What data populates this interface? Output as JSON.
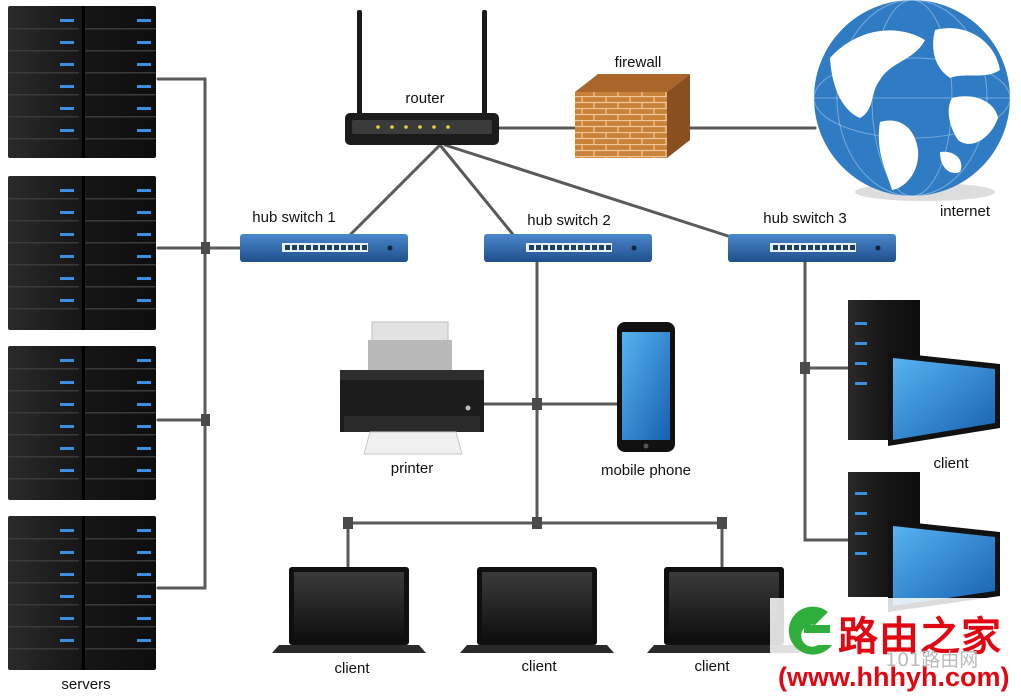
{
  "labels": {
    "router": "router",
    "firewall": "firewall",
    "internet": "internet",
    "hub_switch_1": "hub switch 1",
    "hub_switch_2": "hub switch 2",
    "hub_switch_3": "hub switch 3",
    "printer": "printer",
    "mobile_phone": "mobile phone",
    "client_right_top": "client",
    "client_laptop_1": "client",
    "client_laptop_2": "client",
    "client_laptop_3": "client",
    "servers": "servers"
  },
  "watermark": {
    "brand": "路由之家",
    "sub": "101路由网",
    "url": "(www.hhhyh.com)"
  },
  "colors": {
    "cable": "#5a5a5a",
    "switch_blue": "#2d6bb0",
    "server_body": "#1c1c1c",
    "server_led": "#3b8fe0",
    "firewall_brick": "#c57a32",
    "globe_ocean": "#2f7cc4",
    "screen_blue": "#1f86d6",
    "watermark_red": "#e10712",
    "watermark_green": "#2fae3b"
  },
  "icons": [
    "server-rack-icon",
    "router-icon",
    "firewall-icon",
    "globe-icon",
    "switch-icon",
    "printer-icon",
    "phone-icon",
    "desktop-client-icon",
    "laptop-icon",
    "watermark-logo-icon"
  ]
}
